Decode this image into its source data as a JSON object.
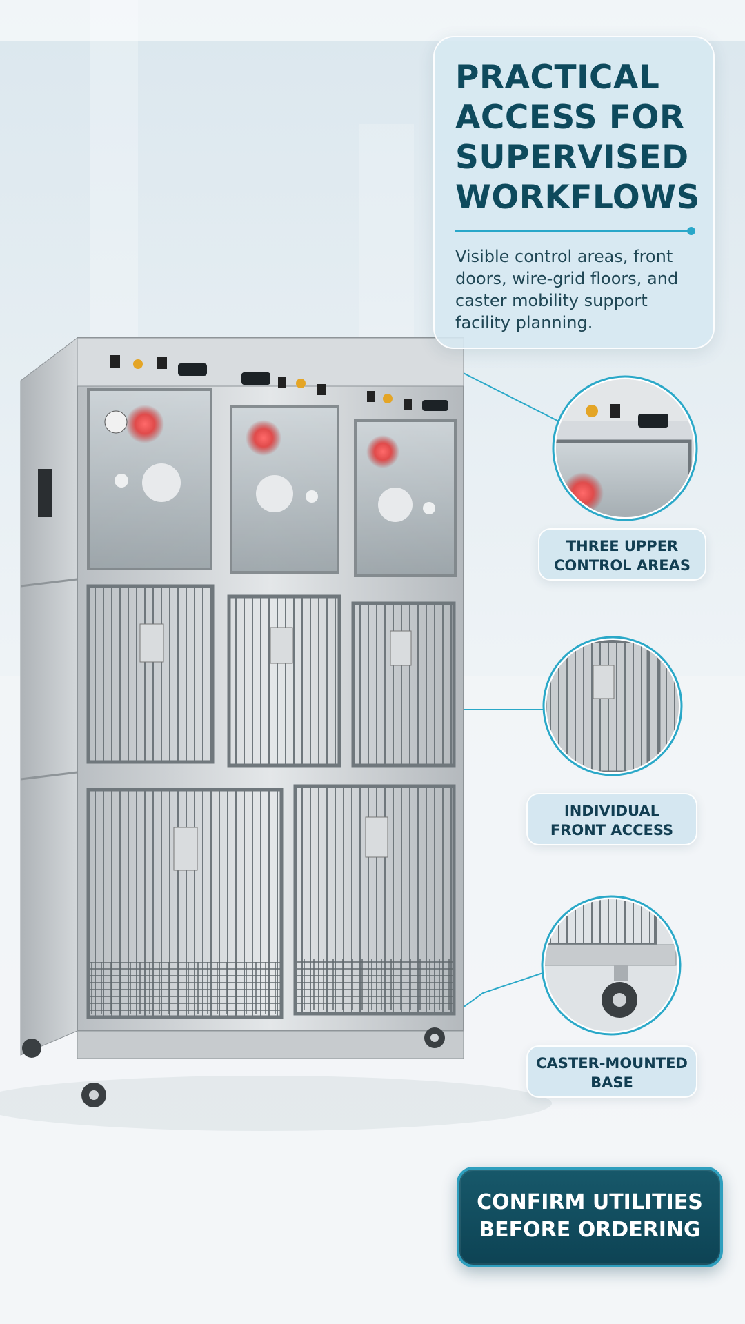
{
  "headline": {
    "lines": [
      "PRACTICAL",
      "ACCESS FOR",
      "SUPERVISED",
      "WORKFLOWS"
    ],
    "description_lines": [
      "Visible control areas, front",
      "doors, wire-grid floors, and",
      "caster mobility support",
      "facility planning."
    ]
  },
  "callouts": [
    {
      "lines": [
        "THREE UPPER",
        "CONTROL AREAS"
      ],
      "zoom_icon": "control-panel-icon"
    },
    {
      "lines": [
        "INDIVIDUAL",
        "FRONT ACCESS"
      ],
      "zoom_icon": "cage-door-icon"
    },
    {
      "lines": [
        "CASTER-MOUNTED",
        "BASE"
      ],
      "zoom_icon": "caster-wheel-icon"
    }
  ],
  "cta": {
    "lines": [
      "CONFIRM UTILITIES",
      "BEFORE ORDERING"
    ]
  },
  "colors": {
    "headline": "#0e4a5d",
    "accent": "#29a7c9",
    "cta_background": "#10495b",
    "card_background": "#d6e8f1",
    "steel": "#c9ced2"
  }
}
